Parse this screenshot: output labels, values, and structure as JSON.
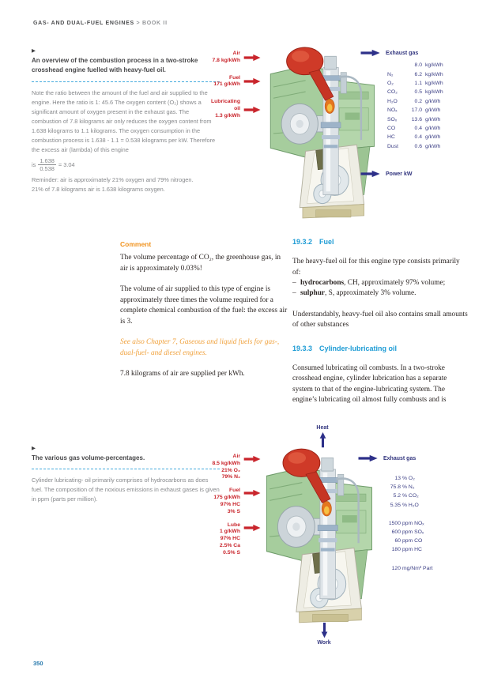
{
  "header": {
    "title": "GAS- AND DUAL-FUEL ENGINES",
    "sep": ">",
    "book": "BOOK II"
  },
  "page_number": "350",
  "sidebar_top": {
    "marker": "▶",
    "title": "An overview of the combustion process in a two-stroke crosshead engine fuelled with heavy-fuel oil.",
    "body": "Note the ratio between the amount of the fuel and air supplied to the engine. Here the ratio is 1: 45.6 The oxygen content (O₂) shows a significant amount of oxygen present in the exhaust gas. The combustion of 7.8 kilograms air only reduces the oxygen content from 1.638 kilograms to 1.1 kilograms. The oxygen consumption in the combustion process is 1.638 - 1.1 = 0.538 kilograms per kW. Therefore the excess air (lambda) of this engine",
    "fraction": {
      "prefix": "is",
      "numerator": "1.638",
      "denominator": "0.538",
      "suffix": "= 3.04"
    },
    "reminder": "Reminder: air is approximately 21% oxygen and 79% nitrogen.\n21% of 7.8 kilograms air is 1.638 kilograms oxygen."
  },
  "sidebar_bottom": {
    "marker": "▶",
    "title": "The various gas volume-percentages.",
    "body": "Cylinder lubricating- oil primarily comprises of hydrocarbons as does fuel. The composition of the noxious emissions in exhaust gases is given in ppm (parts per million)."
  },
  "comment": {
    "heading": "Comment",
    "p1": "The volume percentage of CO₂, the greenhouse gas, in air is approximately 0.03%!",
    "p2": "The volume of air supplied to this type of engine is approximately three times the volume required for a complete chemical combustion of the fuel: the excess air is 3.",
    "see_also": "See also Chapter 7, Gaseous and liquid fuels for gas-, dual-fuel- and diesel engines.",
    "p4": "7.8 kilograms of air are supplied per kWh."
  },
  "section_fuel": {
    "number": "19.3.2",
    "heading": "Fuel",
    "p1": "The heavy-fuel oil for this engine type consists primarily of:",
    "items": [
      {
        "dash": "–",
        "bold": "hydrocarbons",
        "rest": ", CH, approximately 97% volume;"
      },
      {
        "dash": "–",
        "bold": "sulphur",
        "rest": ", S, approximately 3% volume."
      }
    ],
    "p2": "Understandably, heavy-fuel oil also contains small amounts of other substances"
  },
  "section_cylinder": {
    "number": "19.3.3",
    "heading": "Cylinder-lubricating oil",
    "p1": "Consumed lubricating oil combusts. In a two-stroke crosshead engine, cylinder lubrication has a separate system to that of the engine-lubricating system. The engine’s lubricating oil almost fully combusts and is"
  },
  "diagram_top": {
    "inputs": [
      {
        "label": "Air\n7.8 kg/kWh"
      },
      {
        "label": "Fuel\n171 g/kWh"
      },
      {
        "label": "Lubricating\noil\n1.3 g/kWh"
      }
    ],
    "exhaust_label": "Exhaust gas",
    "exhaust_rows": [
      {
        "species": "",
        "value": "8.0",
        "unit": "kg/kWh"
      },
      {
        "species": "N₂",
        "value": "6.2",
        "unit": "kg/kWh"
      },
      {
        "species": "O₂",
        "value": "1.1",
        "unit": "kg/kWh"
      },
      {
        "species": "CO₂",
        "value": "0.5",
        "unit": "kg/kWh"
      },
      {
        "species": "H₂O",
        "value": "0.2",
        "unit": "g/kWh"
      },
      {
        "species": "NOₓ",
        "value": "17.0",
        "unit": "g/kWh"
      },
      {
        "species": "SOₓ",
        "value": "13.6",
        "unit": "g/kWh"
      },
      {
        "species": "CO",
        "value": "0.4",
        "unit": "g/kWh"
      },
      {
        "species": "HC",
        "value": "0.4",
        "unit": "g/kWh"
      },
      {
        "species": "Dust",
        "value": "0.6",
        "unit": "g/kWh"
      }
    ],
    "power_label": "Power kW"
  },
  "diagram_bottom": {
    "heat_label": "Heat",
    "work_label": "Work",
    "inputs": [
      {
        "label": "Air\n8.5 kg/kWh\n21% O₂\n79% N₂"
      },
      {
        "label": "Fuel\n175 g/kWh\n97% HC\n3% S"
      },
      {
        "label": "Lube\n1 g/kWh\n97% HC\n2.5% Ca\n0.5% S"
      }
    ],
    "exhaust_label": "Exhaust gas",
    "percent_rows": [
      {
        "value": "13",
        "unit": "% O₂"
      },
      {
        "value": "75.8",
        "unit": "% N₂"
      },
      {
        "value": "5.2",
        "unit": "% CO₂"
      },
      {
        "value": "5.35",
        "unit": "% H₂O"
      }
    ],
    "ppm_rows": [
      {
        "value": "1500",
        "unit": "ppm NOₓ"
      },
      {
        "value": "600",
        "unit": "ppm SOₓ"
      },
      {
        "value": "60",
        "unit": "ppm CO"
      },
      {
        "value": "180",
        "unit": "ppm HC"
      }
    ],
    "part_row": {
      "value": "120",
      "unit": "mg/Nm³ Part"
    }
  }
}
